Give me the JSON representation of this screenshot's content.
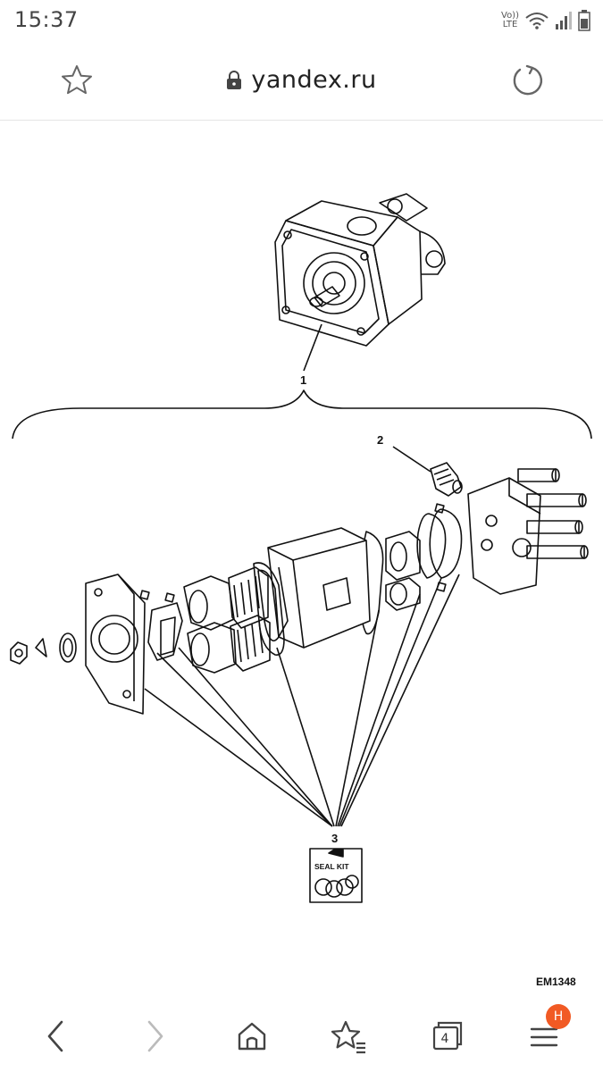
{
  "status_bar": {
    "time": "15:37",
    "network_label_top": "Vo))",
    "network_label_bottom": "LTE",
    "icons": [
      "wifi-icon",
      "signal-icon",
      "battery-icon"
    ]
  },
  "browser": {
    "url": "yandex.ru",
    "icons": [
      "star-icon",
      "lock-icon",
      "reload-icon"
    ]
  },
  "diagram": {
    "callouts": [
      "1",
      "2",
      "3"
    ],
    "seal_kit_label": "SEAL KIT",
    "figure_id": "EM1348"
  },
  "bottom_nav": {
    "tab_count": "4",
    "notification_badge": "H",
    "icons": [
      "back-icon",
      "forward-icon",
      "home-icon",
      "favorites-icon",
      "tabs-icon",
      "menu-icon"
    ]
  },
  "colors": {
    "badge": "#f15a24",
    "line_art": "#111111",
    "forward_disabled": "#bbbbbb"
  }
}
